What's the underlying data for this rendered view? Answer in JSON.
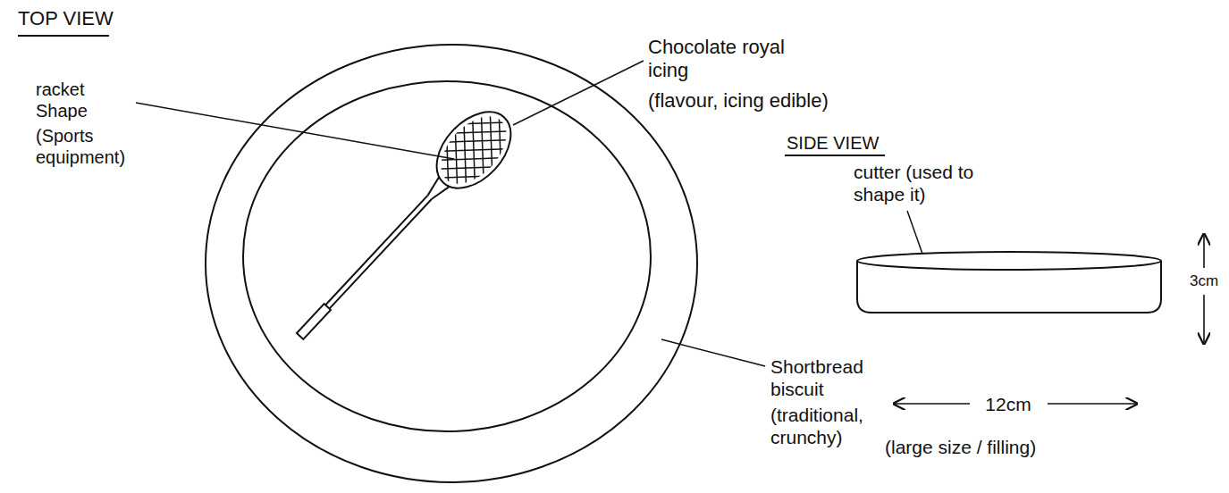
{
  "diagram": {
    "labels": [
      "TOP VIEW",
      "racket Shape",
      "(Sports equipment)",
      "Chocolate royal icing",
      "(flavour, icing edible)",
      "SIDE VIEW",
      "cutter (used to shape it)",
      "3cm",
      "12cm",
      "(large size / filling)",
      "Shortbread biscuit",
      "(traditional, crunchy)"
    ]
  }
}
